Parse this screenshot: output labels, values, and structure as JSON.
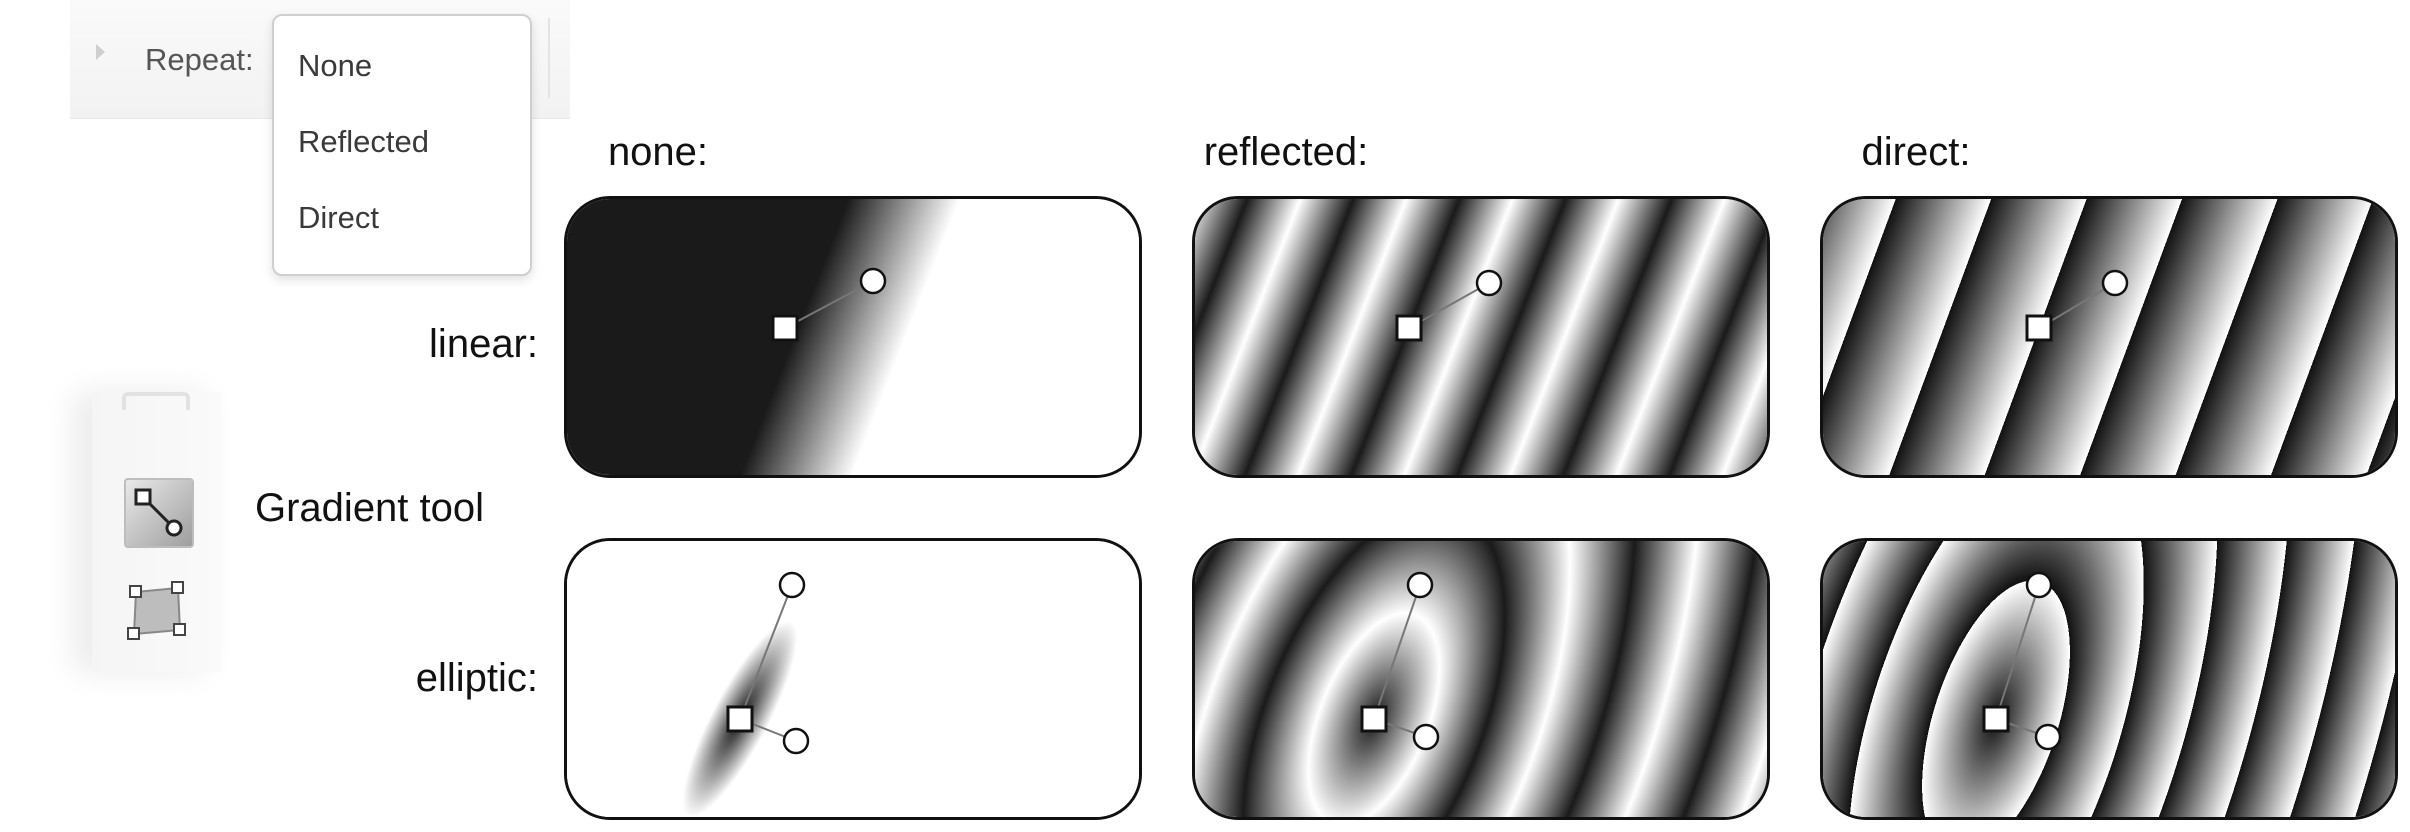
{
  "toolbar": {
    "repeat_label": "Repeat:",
    "dropdown_options": [
      "None",
      "Reflected",
      "Direct"
    ]
  },
  "palette": {
    "gradient_tool_label": "Gradient tool"
  },
  "grid": {
    "columns": [
      "none:",
      "reflected:",
      "direct:"
    ],
    "rows": [
      "linear:",
      "elliptic:"
    ]
  }
}
